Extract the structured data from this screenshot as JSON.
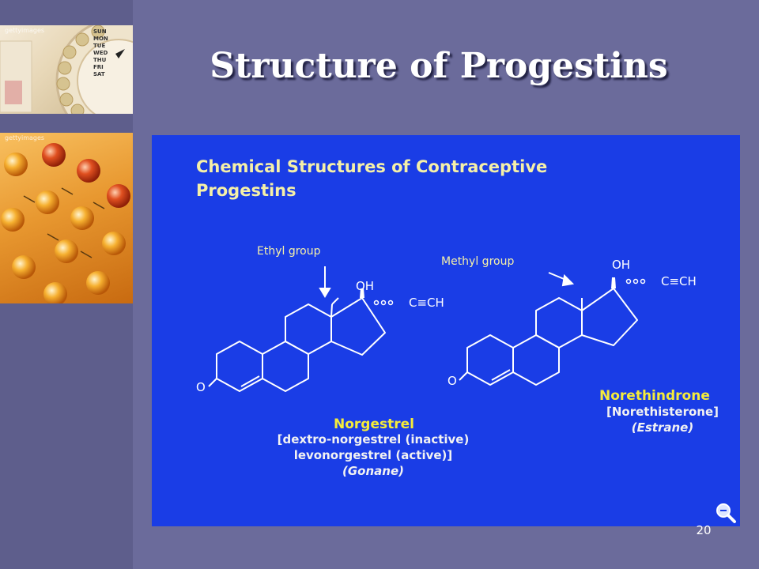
{
  "slide": {
    "title": "Structure of Progestins",
    "page_number": "20"
  },
  "sidebar": {
    "top_photo_credit": "gettyimages",
    "bottom_photo_credit": "gettyimages",
    "calendar_days": [
      "SUN",
      "MON",
      "TUE",
      "WED",
      "THU",
      "FRI",
      "SAT"
    ]
  },
  "figure": {
    "title_line1": "Chemical Structures of Contraceptive",
    "title_line2": "Progestins",
    "left": {
      "arrow_label": "Ethyl group",
      "oh": "OH",
      "triple_bond": "C≡CH",
      "ketone_o": "O",
      "name": "Norgestrel",
      "desc_line1": "[dextro-norgestrel (inactive)",
      "desc_line2": "levonorgestrel (active)]",
      "desc_line3": "(Gonane)"
    },
    "right": {
      "arrow_label": "Methyl group",
      "oh": "OH",
      "triple_bond": "C≡CH",
      "ketone_o": "O",
      "name": "Norethindrone",
      "desc_line1": "[Norethisterone]",
      "desc_line2": "(Estrane)"
    }
  },
  "colors": {
    "background": "#6b6b9b",
    "panel": "#1a3de6",
    "label_yellow": "#f5ec3a",
    "label_cream": "#f5f0a8"
  }
}
